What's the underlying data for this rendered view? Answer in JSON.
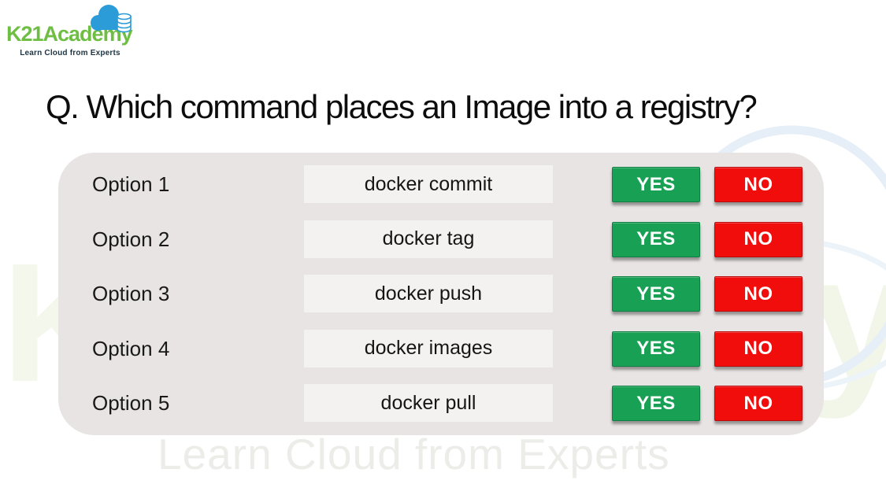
{
  "logo": {
    "brand": "K21Academy",
    "tagline": "Learn Cloud from Experts",
    "brand_color": "#6ebe44",
    "cloud_color": "#2b9cd8",
    "tagline_color": "#1e3442"
  },
  "question": "Q. Which command places an Image into a registry?",
  "quiz": {
    "yes_label": "YES",
    "no_label": "NO",
    "yes_color": "#18a054",
    "no_color": "#f20d0d",
    "panel_color": "#e8e4e3",
    "command_box_color": "#f4f2f1",
    "rows": [
      {
        "label": "Option 1",
        "command": "docker commit"
      },
      {
        "label": "Option 2",
        "command": "docker tag"
      },
      {
        "label": "Option 3",
        "command": "docker push"
      },
      {
        "label": "Option 4",
        "command": "docker images"
      },
      {
        "label": "Option 5",
        "command": "docker pull"
      }
    ]
  },
  "watermarks": {
    "left_letter": "K",
    "right_letter": "y",
    "footer_text": "Learn Cloud from Experts"
  }
}
